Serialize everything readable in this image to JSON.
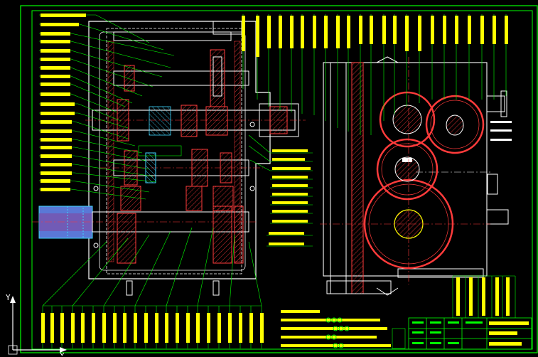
{
  "app": {
    "kind": "cad-model-space",
    "background": "#000000"
  },
  "colors": {
    "frame": "#00ff00",
    "outline": "#ffffff",
    "callout": "#ffff00",
    "label_text": "#00ff00",
    "hatch": "#ff3b3b",
    "gear": "#ff3b3b",
    "centerline": "#ff3b3b",
    "cyan_hidden": "#3fd6ff",
    "magenta": "#ff44ff",
    "bore_fill": "#d9c21c",
    "shaft_fill": "#5a78d6"
  },
  "drawing": {
    "views": [
      "front-section",
      "side-view"
    ],
    "left_labels": [],
    "center_labels": [],
    "side_gear_labels": [],
    "bottom_labels": [],
    "notes": [],
    "title_block": {}
  },
  "ucs": {
    "x_label": "X",
    "y_label": "Y",
    "icon": "ucs-axis-icon"
  }
}
